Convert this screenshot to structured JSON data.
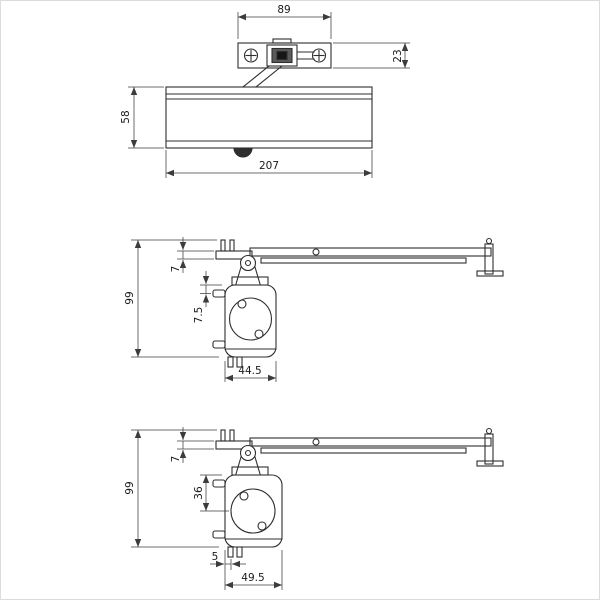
{
  "figure": {
    "type": "technical-drawing",
    "subject": "overhead door closer, three dimensioned orthographic views",
    "line_color": "#2f2f2f",
    "dim_color": "#3c3c3c",
    "views": [
      {
        "id": "top-plan-view",
        "dims": {
          "plate_width": "89",
          "plate_height": "23",
          "body_height": "58",
          "body_length": "207"
        }
      },
      {
        "id": "side-view-a",
        "dims": {
          "overall_height": "99",
          "channel_offset": "7",
          "top_offset": "7.5",
          "body_depth": "44.5"
        }
      },
      {
        "id": "side-view-b",
        "dims": {
          "overall_height": "99",
          "channel_offset": "7",
          "spindle_offset": "36",
          "edge_offset": "5",
          "body_depth": "49.5"
        }
      }
    ]
  }
}
